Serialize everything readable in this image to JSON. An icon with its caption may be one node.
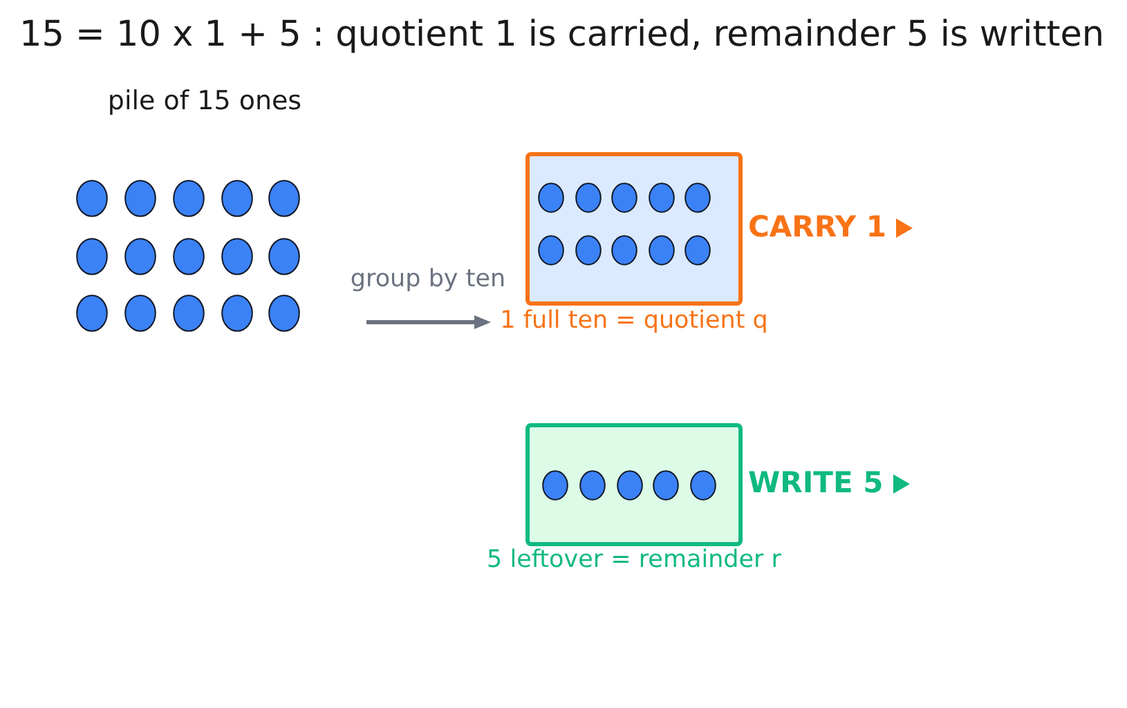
{
  "diagram": {
    "title": "15 = 10 x 1 + 5 : quotient 1 is carried, remainder 5 is written",
    "nodes": [
      {
        "text": [],
        "shape": "circle"
      },
      {
        "text": [],
        "shape": "circle"
      },
      {
        "text": [],
        "shape": "circle"
      },
      {
        "text": [],
        "shape": "circle"
      },
      {
        "text": [],
        "shape": "circle"
      },
      {
        "text": [],
        "shape": "circle"
      },
      {
        "text": [],
        "shape": "circle"
      },
      {
        "text": [],
        "shape": "circle"
      },
      {
        "text": [],
        "shape": "circle"
      },
      {
        "text": [],
        "shape": "circle"
      },
      {
        "text": [],
        "shape": "circle"
      },
      {
        "text": [],
        "shape": "circle"
      },
      {
        "text": [],
        "shape": "circle"
      },
      {
        "text": [],
        "shape": "circle"
      },
      {
        "text": [],
        "shape": "circle"
      },
      {
        "text": [],
        "shape": "box",
        "beside": [
          "CARRY 1",
          "1 full ten = quotient q"
        ]
      },
      {
        "text": [],
        "shape": "circle",
        "in": 15
      },
      {
        "text": [],
        "shape": "circle",
        "in": 15
      },
      {
        "text": [],
        "shape": "circle",
        "in": 15
      },
      {
        "text": [],
        "shape": "circle",
        "in": 15
      },
      {
        "text": [],
        "shape": "circle",
        "in": 15
      },
      {
        "text": [],
        "shape": "circle",
        "in": 15
      },
      {
        "text": [],
        "shape": "circle",
        "in": 15
      },
      {
        "text": [],
        "shape": "circle",
        "in": 15
      },
      {
        "text": [],
        "shape": "circle",
        "in": 15
      },
      {
        "text": [],
        "shape": "circle",
        "in": 15
      },
      {
        "text": [],
        "shape": "box",
        "beside": [
          "WRITE 5",
          "5 leftover = remainder r"
        ]
      },
      {
        "text": [],
        "shape": "circle",
        "in": 26
      },
      {
        "text": [],
        "shape": "circle",
        "in": 26
      },
      {
        "text": [],
        "shape": "circle",
        "in": 26
      },
      {
        "text": [],
        "shape": "circle",
        "in": 26
      },
      {
        "text": [],
        "shape": "circle",
        "in": 26
      }
    ],
    "edges": [
      {
        "from": null,
        "to": 15,
        "arrow": "to",
        "label": "group by ten"
      }
    ],
    "labels": [
      "pile of 15 ones"
    ]
  }
}
